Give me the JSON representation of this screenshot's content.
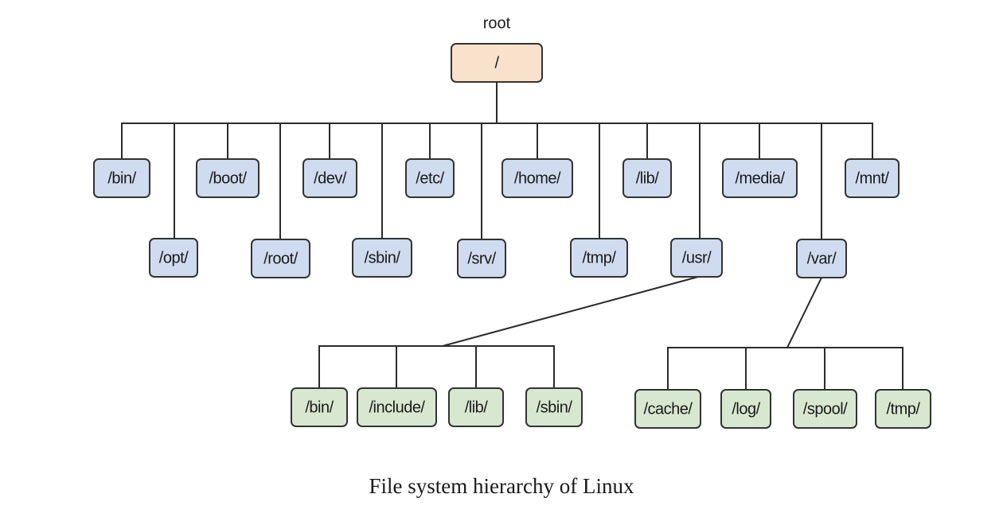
{
  "root_caption": "root",
  "caption": "File system hierarchy of Linux",
  "colors": {
    "root_fill": "#f9e2cb",
    "dir_fill": "#cfdcef",
    "subdir_fill": "#d8e8d0"
  },
  "root": {
    "label": "/"
  },
  "top_level": [
    {
      "id": "bin",
      "label": "/bin/"
    },
    {
      "id": "opt",
      "label": "/opt/"
    },
    {
      "id": "boot",
      "label": "/boot/"
    },
    {
      "id": "root-dir",
      "label": "/root/"
    },
    {
      "id": "dev",
      "label": "/dev/"
    },
    {
      "id": "sbin",
      "label": "/sbin/"
    },
    {
      "id": "etc",
      "label": "/etc/"
    },
    {
      "id": "srv",
      "label": "/srv/"
    },
    {
      "id": "home",
      "label": "/home/"
    },
    {
      "id": "tmp",
      "label": "/tmp/"
    },
    {
      "id": "lib",
      "label": "/lib/"
    },
    {
      "id": "usr",
      "label": "/usr/"
    },
    {
      "id": "media",
      "label": "/media/"
    },
    {
      "id": "var",
      "label": "/var/"
    },
    {
      "id": "mnt",
      "label": "/mnt/"
    }
  ],
  "usr_children": [
    {
      "id": "usr-bin",
      "label": "/bin/"
    },
    {
      "id": "usr-include",
      "label": "/include/"
    },
    {
      "id": "usr-lib",
      "label": "/lib/"
    },
    {
      "id": "usr-sbin",
      "label": "/sbin/"
    }
  ],
  "var_children": [
    {
      "id": "var-cache",
      "label": "/cache/"
    },
    {
      "id": "var-log",
      "label": "/log/"
    },
    {
      "id": "var-spool",
      "label": "/spool/"
    },
    {
      "id": "var-tmp",
      "label": "/tmp/"
    }
  ]
}
